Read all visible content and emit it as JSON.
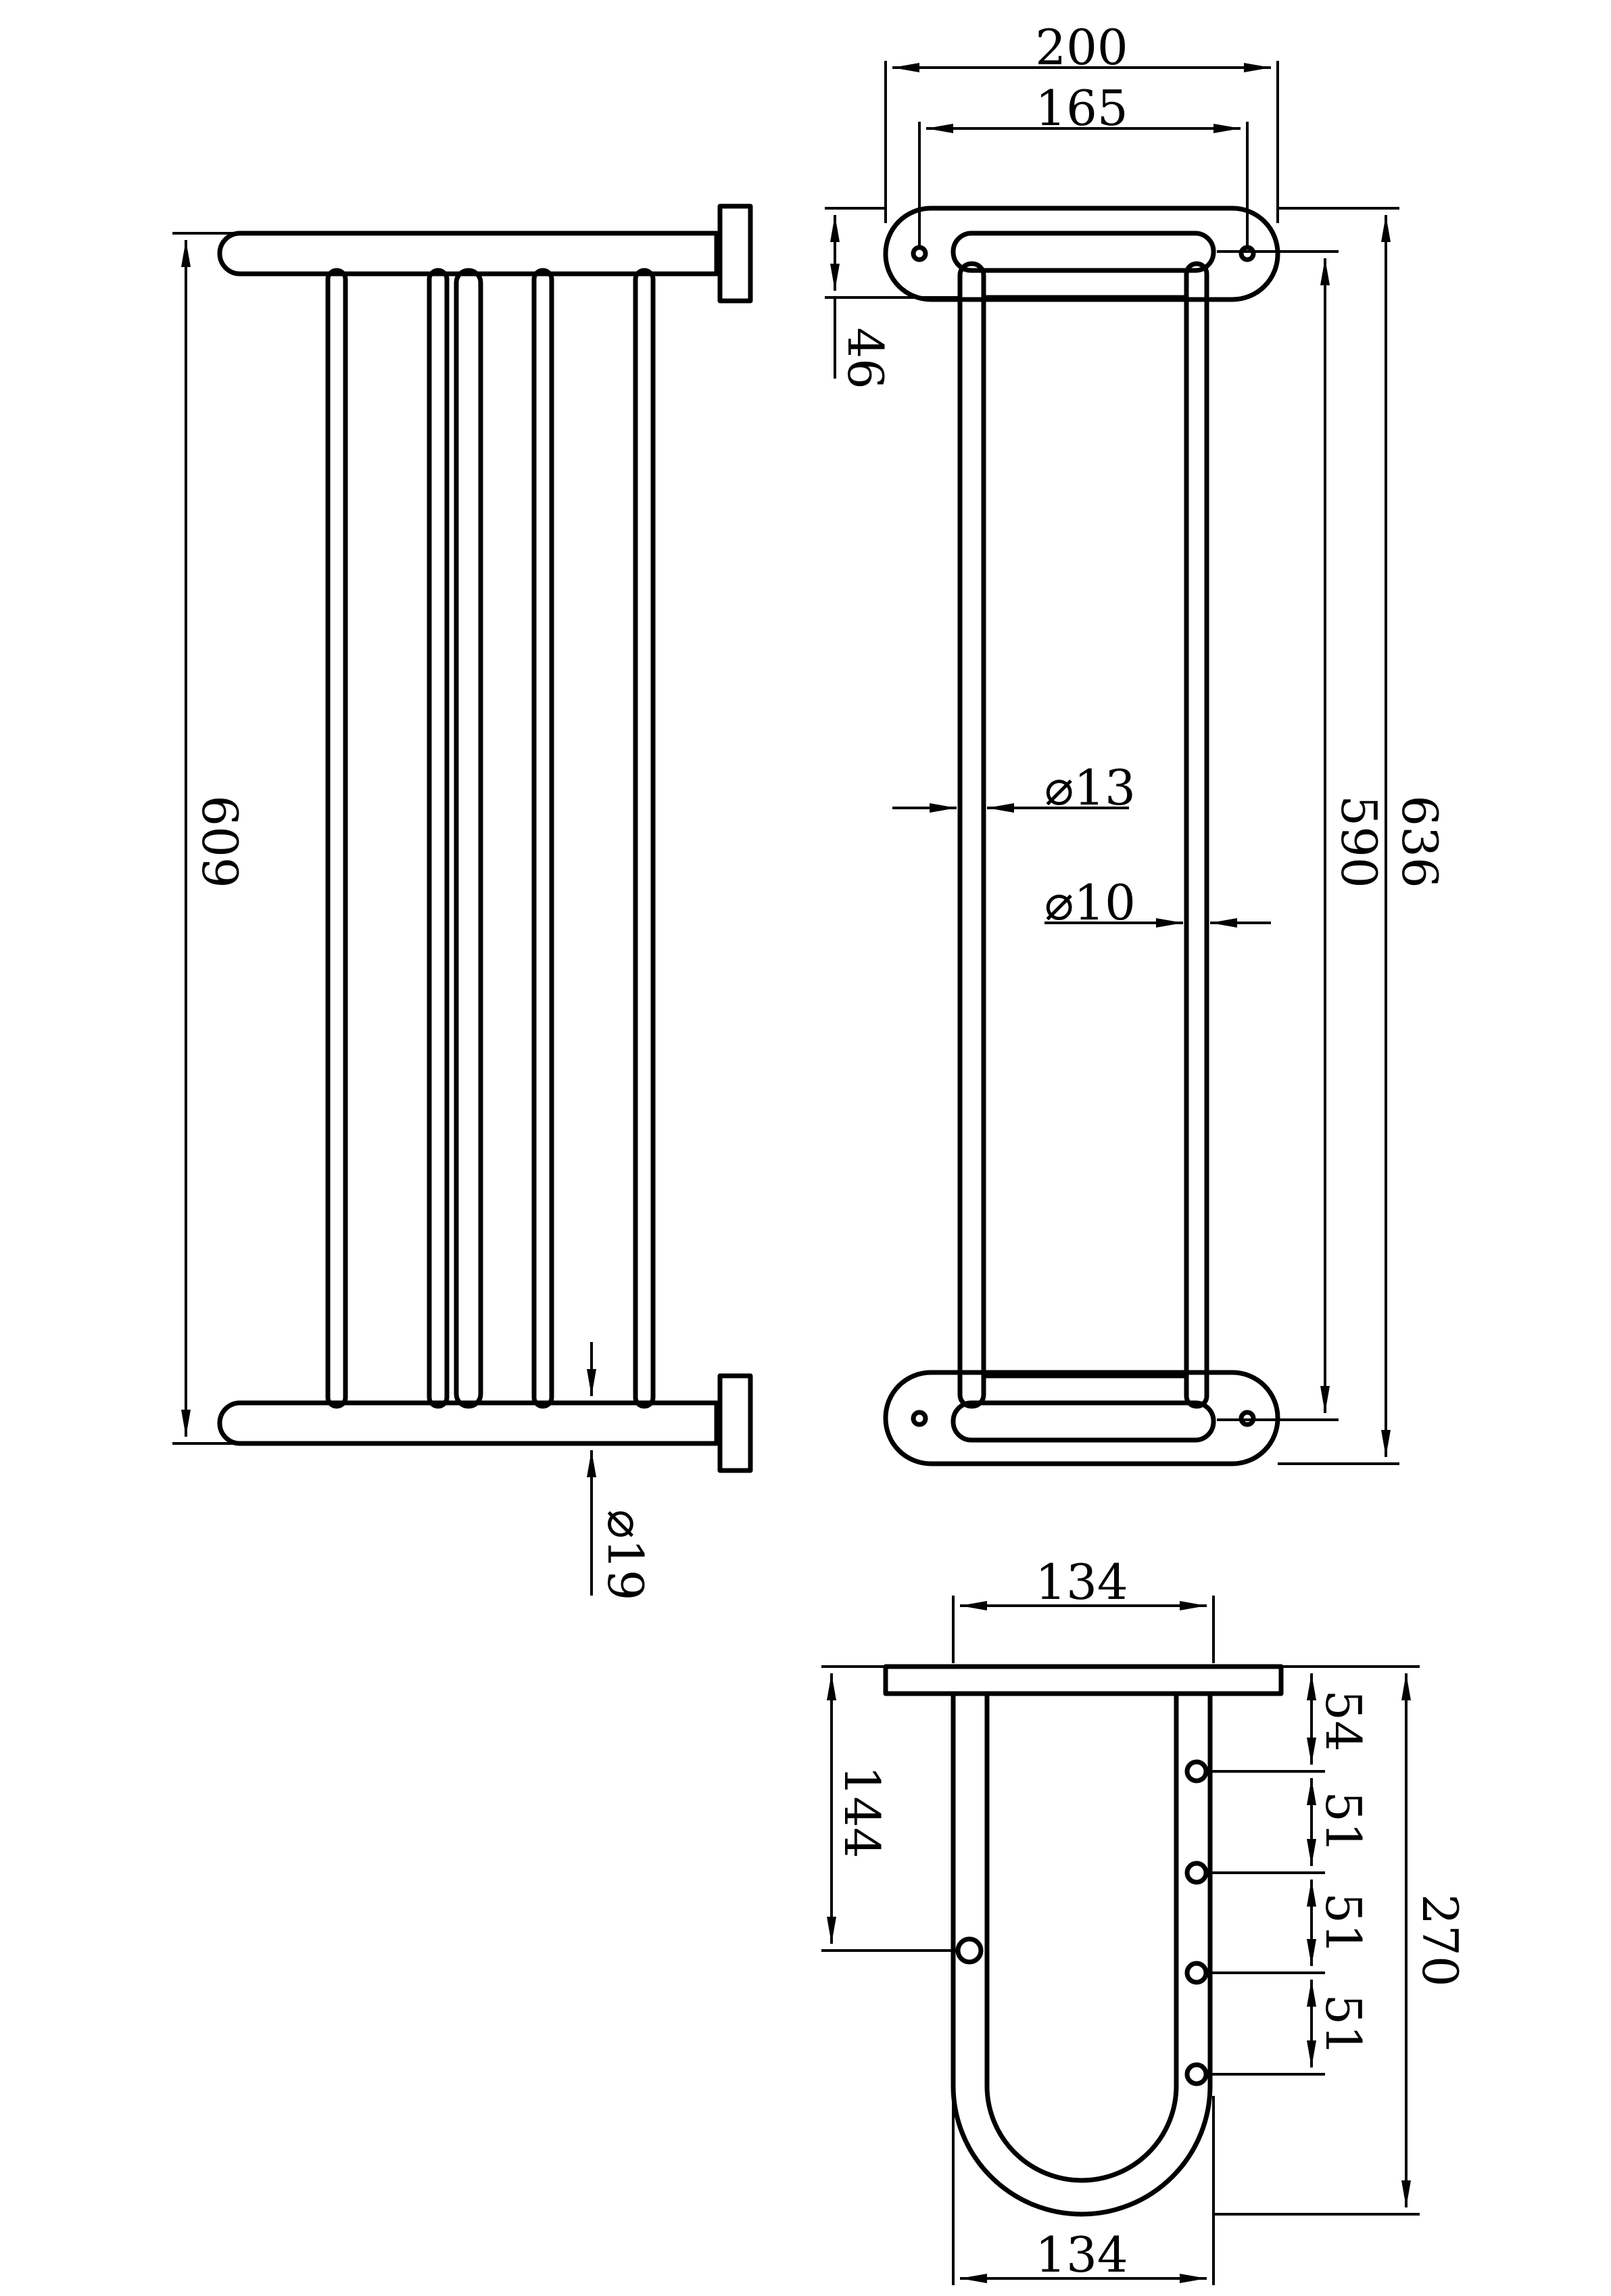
{
  "drawing": {
    "side_view": {
      "overall_length": "609",
      "tube_diameter": "⌀19"
    },
    "top_view": {
      "plate_width": "200",
      "hole_spacing": "165",
      "plate_to_hole": "46",
      "inner_length": "590",
      "overall_length": "636",
      "outer_tube_diameter": "⌀13",
      "inner_tube_diameter": "⌀10"
    },
    "end_view": {
      "top_width": "134",
      "bottom_width": "134",
      "front_bar_height": "144",
      "spacing_1": "54",
      "spacing_2": "51",
      "spacing_3": "51",
      "spacing_4": "51",
      "overall_depth": "270"
    }
  }
}
